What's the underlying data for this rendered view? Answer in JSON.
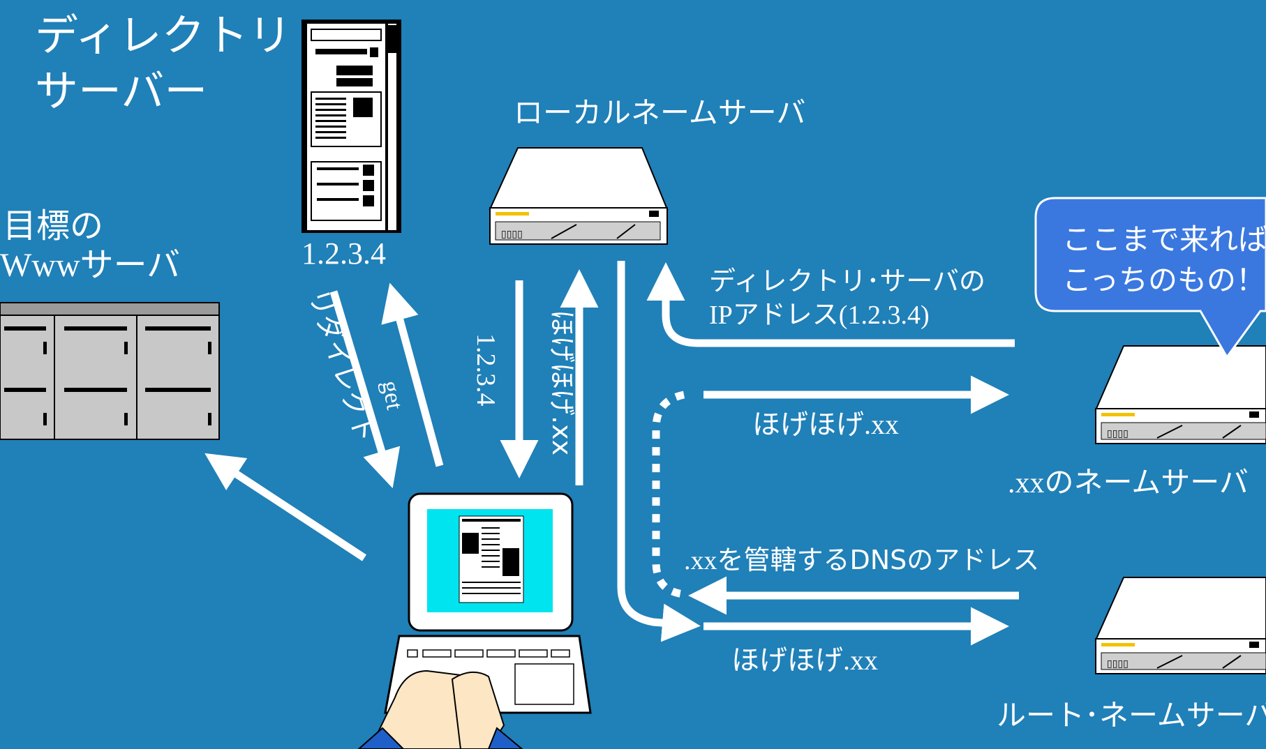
{
  "labels": {
    "directory_server_line1": "ディレクトリ",
    "directory_server_line2": "サーバー",
    "directory_ip": "1.2.3.4",
    "target_line1": "目標の",
    "target_www": "Www",
    "target_server": "サーバ",
    "local_name_server": "ローカルネームサーバ",
    "xx_name_server_prefix": ".xx",
    "xx_name_server_suffix": "のネームサーバ",
    "root_name_server": "ルート･ネームサーバ"
  },
  "bubble": {
    "line1": "ここまで来れば",
    "line2": "こっちのもの！"
  },
  "arrows": {
    "redirect": "リダイレクト",
    "get": "get",
    "answer_ip": "1.2.3.4",
    "query_hogehoge": "ほげほげ.xx",
    "dir_reply_line1": "ディレクトリ･サーバの",
    "dir_reply_line2": "IPアドレス(1.2.3.4)",
    "query_to_xx_prefix": "ほげほげ",
    "query_to_xx_suffix": ".xx",
    "root_reply_prefix": ".xx",
    "root_reply_suffix": "を管轄するDNSのアドレス",
    "query_to_root_prefix": "ほげほげ",
    "query_to_root_suffix": ".xx"
  },
  "colors": {
    "background": "#2080b8",
    "bubble": "#3a78e0",
    "screen": "#00e4f0",
    "arrow": "#ffffff"
  }
}
